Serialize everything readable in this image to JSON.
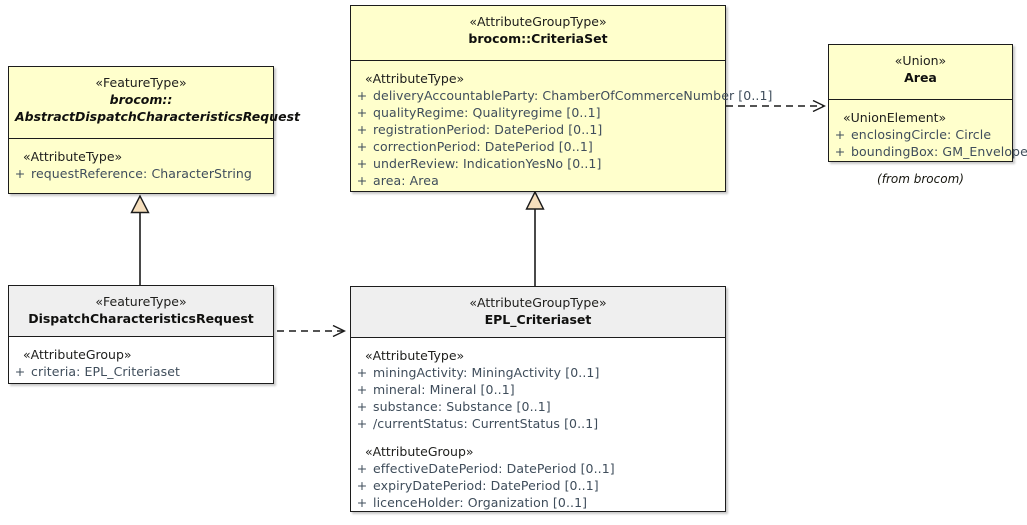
{
  "diagram": {
    "type": "uml-class-diagram",
    "background": "#ffffff",
    "colors": {
      "class_fill_yellow": "#ffffcc",
      "class_fill_white": "#ffffff",
      "header_fill_gray": "#efefef",
      "border": "#1c1c1c",
      "attribute_text": "#3f4d5b",
      "generalization_arrow_fill": "#f5debc"
    }
  },
  "classes": [
    {
      "id": "abstract-dispatch-characteristics-request",
      "stereotype": "«FeatureType»",
      "name_line1": "brocom::",
      "name_line2": "AbstractDispatchCharacteristicsRequest",
      "abstract": true,
      "fill": "yellow",
      "compartments": [
        {
          "stereotype": "«AttributeType»",
          "attributes": [
            {
              "visibility": "+",
              "text": "requestReference: CharacterString"
            }
          ]
        }
      ]
    },
    {
      "id": "criteria-set",
      "stereotype": "«AttributeGroupType»",
      "name": "brocom::CriteriaSet",
      "abstract": false,
      "fill": "yellow",
      "compartments": [
        {
          "stereotype": "«AttributeType»",
          "attributes": [
            {
              "visibility": "+",
              "text": "deliveryAccountableParty: ChamberOfCommerceNumber [0..1]"
            },
            {
              "visibility": "+",
              "text": "qualityRegime: Qualityregime [0..1]"
            },
            {
              "visibility": "+",
              "text": "registrationPeriod: DatePeriod [0..1]"
            },
            {
              "visibility": "+",
              "text": "correctionPeriod: DatePeriod [0..1]"
            },
            {
              "visibility": "+",
              "text": "underReview: IndicationYesNo [0..1]"
            },
            {
              "visibility": "+",
              "text": "area: Area"
            }
          ]
        }
      ]
    },
    {
      "id": "area",
      "stereotype": "«Union»",
      "name": "Area",
      "abstract": false,
      "fill": "yellow",
      "compartments": [
        {
          "stereotype": "«UnionElement»",
          "attributes": [
            {
              "visibility": "+",
              "text": "enclosingCircle: Circle"
            },
            {
              "visibility": "+",
              "text": "boundingBox: GM_Envelope"
            }
          ]
        }
      ],
      "footnote": "(from brocom)"
    },
    {
      "id": "dispatch-characteristics-request",
      "stereotype": "«FeatureType»",
      "name": "DispatchCharacteristicsRequest",
      "abstract": false,
      "fill": "white",
      "compartments": [
        {
          "stereotype": "«AttributeGroup»",
          "attributes": [
            {
              "visibility": "+",
              "text": "criteria: EPL_Criteriaset"
            }
          ]
        }
      ]
    },
    {
      "id": "epl-criteriaset",
      "stereotype": "«AttributeGroupType»",
      "name": "EPL_Criteriaset",
      "abstract": false,
      "fill": "white",
      "compartments": [
        {
          "stereotype": "«AttributeType»",
          "attributes": [
            {
              "visibility": "+",
              "text": "miningActivity: MiningActivity [0..1]"
            },
            {
              "visibility": "+",
              "text": "mineral: Mineral [0..1]"
            },
            {
              "visibility": "+",
              "text": "substance: Substance [0..1]"
            },
            {
              "visibility": "+",
              "text": "/currentStatus: CurrentStatus [0..1]"
            }
          ]
        },
        {
          "stereotype": "«AttributeGroup»",
          "attributes": [
            {
              "visibility": "+",
              "text": "effectiveDatePeriod: DatePeriod [0..1]"
            },
            {
              "visibility": "+",
              "text": "expiryDatePeriod: DatePeriod [0..1]"
            },
            {
              "visibility": "+",
              "text": "licenceHolder: Organization [0..1]"
            }
          ]
        }
      ]
    }
  ],
  "relationships": [
    {
      "id": "gen-dispatch-to-abstract",
      "kind": "generalization",
      "from": "dispatch-characteristics-request",
      "to": "abstract-dispatch-characteristics-request",
      "label": ""
    },
    {
      "id": "gen-eplcriteriaset-to-criteriaset",
      "kind": "generalization",
      "from": "epl-criteriaset",
      "to": "criteria-set",
      "label": ""
    },
    {
      "id": "dep-dispatch-to-eplcriteriaset",
      "kind": "dependency",
      "from": "dispatch-characteristics-request",
      "to": "epl-criteriaset",
      "label": ""
    },
    {
      "id": "dep-criteriaset-to-area",
      "kind": "dependency",
      "from": "criteria-set",
      "to": "area",
      "label": ""
    }
  ],
  "labels": {
    "area_footnote": "(from brocom)"
  }
}
